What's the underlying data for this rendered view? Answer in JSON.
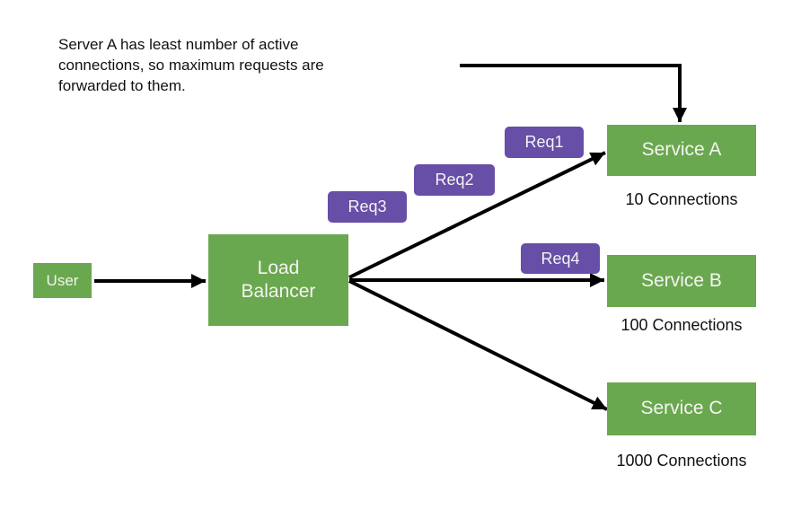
{
  "annotation": {
    "lines": [
      "Server A has least number of active",
      "connections, so maximum requests are",
      "forwarded to them."
    ]
  },
  "nodes": {
    "user": {
      "label": "User"
    },
    "load_balancer": {
      "label": "Load Balancer"
    },
    "service_a": {
      "label": "Service A",
      "connections": "10 Connections"
    },
    "service_b": {
      "label": "Service B",
      "connections": "100 Connections"
    },
    "service_c": {
      "label": "Service C",
      "connections": "1000 Connections"
    }
  },
  "requests": [
    {
      "label": "Req1"
    },
    {
      "label": "Req2"
    },
    {
      "label": "Req3"
    },
    {
      "label": "Req4"
    }
  ],
  "colors": {
    "node_green": "#6aa84f",
    "request_purple": "#674ea7",
    "arrow_black": "#000000"
  }
}
